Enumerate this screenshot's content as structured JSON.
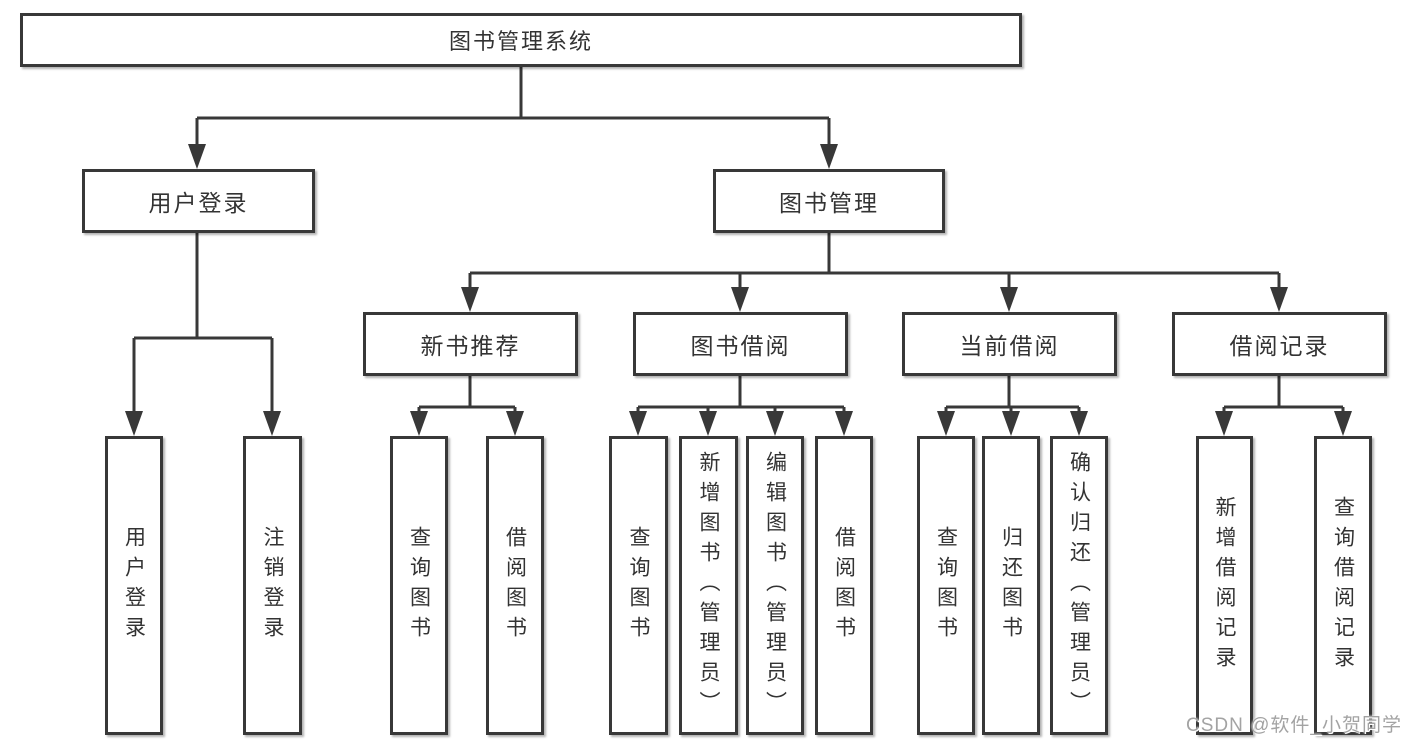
{
  "tree": {
    "label": "图书管理系统",
    "children": [
      {
        "label": "用户登录",
        "children": [
          {
            "label": "用户登录"
          },
          {
            "label": "注销登录"
          }
        ]
      },
      {
        "label": "图书管理",
        "children": [
          {
            "label": "新书推荐",
            "children": [
              {
                "label": "查询图书"
              },
              {
                "label": "借阅图书"
              }
            ]
          },
          {
            "label": "图书借阅",
            "children": [
              {
                "label": "查询图书"
              },
              {
                "label": "新增图书（管理员）"
              },
              {
                "label": "编辑图书（管理员）"
              },
              {
                "label": "借阅图书"
              }
            ]
          },
          {
            "label": "当前借阅",
            "children": [
              {
                "label": "查询图书"
              },
              {
                "label": "归还图书"
              },
              {
                "label": "确认归还（管理员）"
              }
            ]
          },
          {
            "label": "借阅记录",
            "children": [
              {
                "label": "新增借阅记录"
              },
              {
                "label": "查询借阅记录"
              }
            ]
          }
        ]
      }
    ]
  },
  "watermark": {
    "text": "CSDN @软件_小贺同学"
  },
  "colors": {
    "line": "#383838",
    "box_border": "#383838",
    "text": "#333333",
    "background": "#ffffff",
    "watermark": "#a3a3a3"
  }
}
